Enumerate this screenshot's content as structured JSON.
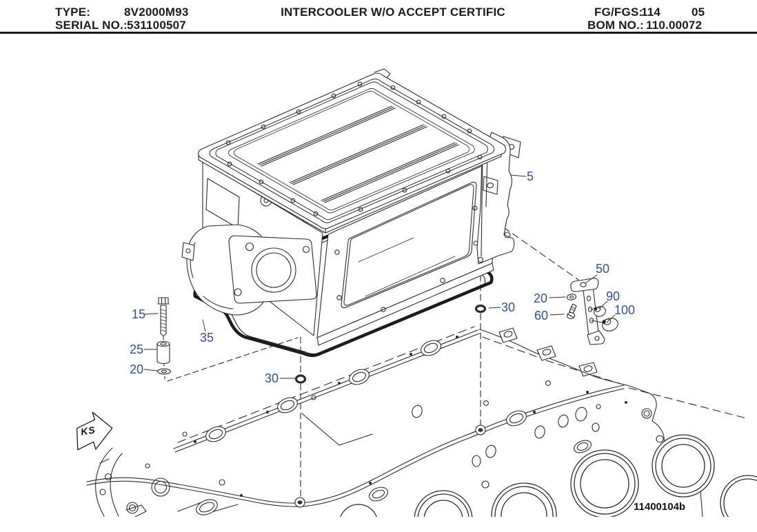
{
  "header": {
    "type_label": "TYPE:",
    "type_value": "8V2000M93",
    "serial_label": "SERIAL NO.:",
    "serial_value": "531100507",
    "title": "INTERCOOLER W/O ACCEPT CERTIFIC",
    "fg_label": "FG/FGS:",
    "fg_value": "114",
    "fg_rev": "05",
    "bom_label": "BOM NO.:",
    "bom_value": "110.00072"
  },
  "drawing": {
    "number": "11400104b",
    "view_marker": "KS",
    "callout_color": "#30509d",
    "line_color": "#2b2b2b",
    "callouts": [
      {
        "label": "5"
      },
      {
        "label": "15"
      },
      {
        "label": "25"
      },
      {
        "label": "20"
      },
      {
        "label": "35"
      },
      {
        "label": "30"
      },
      {
        "label": "30"
      },
      {
        "label": "50"
      },
      {
        "label": "20"
      },
      {
        "label": "60"
      },
      {
        "label": "90"
      },
      {
        "label": "100"
      }
    ]
  }
}
